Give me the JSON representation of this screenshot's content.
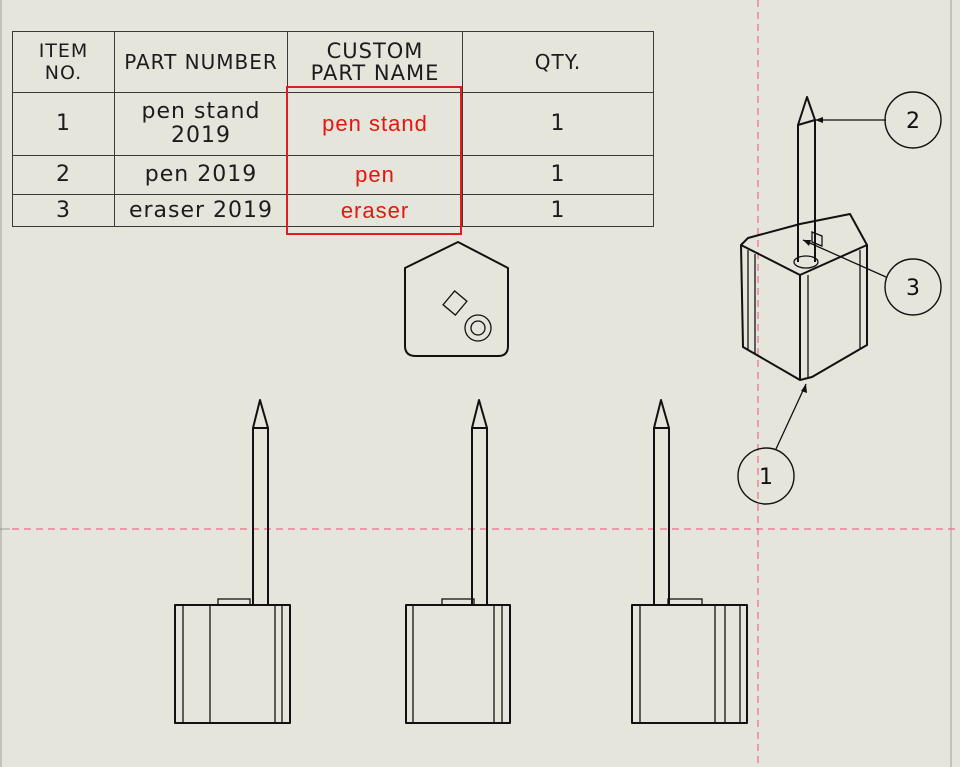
{
  "bom": {
    "headers": {
      "item_no": [
        "ITEM",
        "NO."
      ],
      "part_number": "PART NUMBER",
      "custom_part_name": [
        "CUSTOM",
        "PART NAME"
      ],
      "qty": "QTY."
    },
    "rows": [
      {
        "item": "1",
        "part_number": [
          "pen stand",
          "2019"
        ],
        "custom_name": "pen stand",
        "qty": "1"
      },
      {
        "item": "2",
        "part_number": [
          "pen 2019"
        ],
        "custom_name": "pen",
        "qty": "1"
      },
      {
        "item": "3",
        "part_number": [
          "eraser 2019"
        ],
        "custom_name": "eraser",
        "qty": "1"
      }
    ]
  },
  "balloons": {
    "b1": "1",
    "b2": "2",
    "b3": "3"
  },
  "colors": {
    "background": "#e6e5dc",
    "line": "#111111",
    "highlight": "#e01c1c",
    "custom_text": "#e8150f",
    "centerline": "#ee6a94"
  }
}
